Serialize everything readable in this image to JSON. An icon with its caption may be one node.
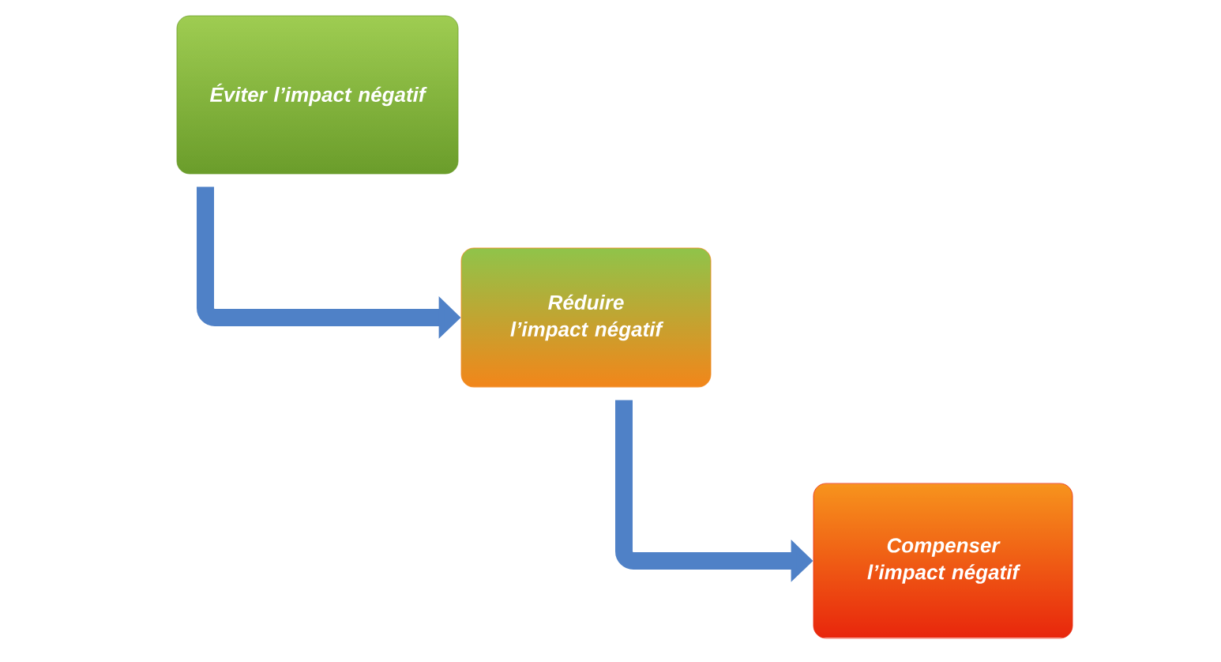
{
  "diagram": {
    "nodes": [
      {
        "text": [
          "Éviter l’impact négatif"
        ]
      },
      {
        "text": [
          "Réduire l’impact négatif"
        ]
      },
      {
        "text": [
          "Compenser l’impact négatif"
        ]
      }
    ],
    "edges": [
      {
        "from": 0,
        "to": 1,
        "arrow": "to"
      },
      {
        "from": 1,
        "to": 2,
        "arrow": "to"
      }
    ]
  }
}
